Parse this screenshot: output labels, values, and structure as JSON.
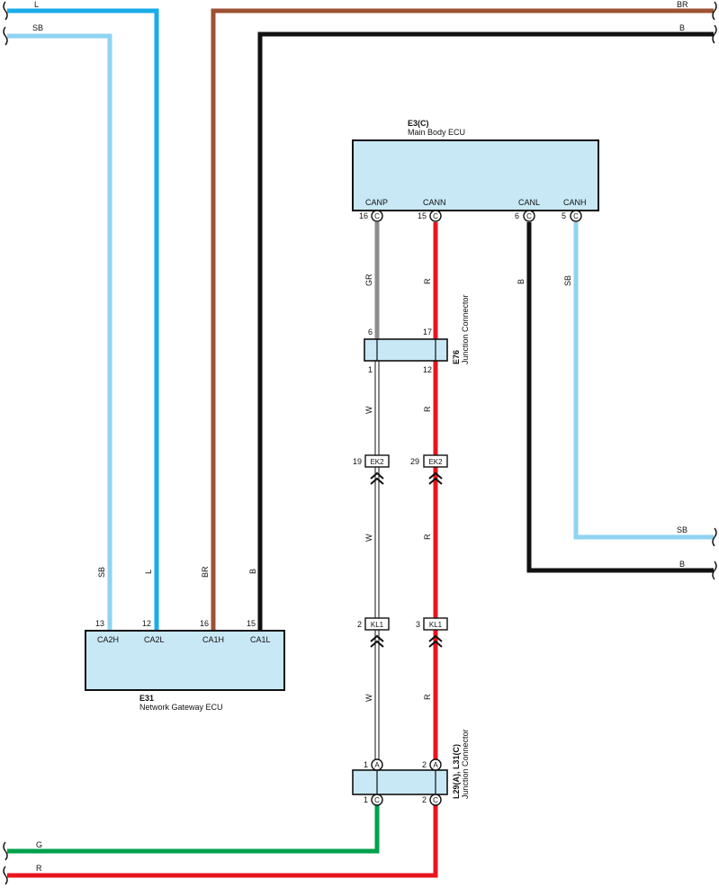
{
  "colors": {
    "L": "#1aace8",
    "SB": "#8fd3f2",
    "BR": "#9c5233",
    "B": "#111111",
    "GR": "#8c8c8c",
    "R": "#e8141e",
    "W": "#ffffff",
    "G": "#00a14b",
    "ecu_fill": "#c8e8f6"
  },
  "ecus": {
    "main_body": {
      "code": "E3(C)",
      "name": "Main Body ECU",
      "pins": [
        {
          "num": "16",
          "label": "CANP",
          "shape": "C"
        },
        {
          "num": "15",
          "label": "CANN",
          "shape": "C"
        },
        {
          "num": "6",
          "label": "CANL",
          "shape": "C"
        },
        {
          "num": "5",
          "label": "CANH",
          "shape": "C"
        }
      ]
    },
    "gateway": {
      "code": "E31",
      "name": "Network Gateway ECU",
      "pins": [
        {
          "num": "13",
          "label": "CA2H"
        },
        {
          "num": "12",
          "label": "CA2L"
        },
        {
          "num": "16",
          "label": "CA1H"
        },
        {
          "num": "15",
          "label": "CA1L"
        }
      ]
    }
  },
  "junctions": {
    "e76": {
      "code": "E76",
      "name": "Junction Connector",
      "top_pins": [
        "6",
        "17"
      ],
      "bottom_pins": [
        "1",
        "12"
      ]
    },
    "l29": {
      "code": "L29(A), L31(C)",
      "name": "Junction Connector",
      "top_pins": [
        {
          "num": "1",
          "shape": "A"
        },
        {
          "num": "2",
          "shape": "A"
        }
      ],
      "bottom_pins": [
        {
          "num": "1",
          "shape": "C"
        },
        {
          "num": "2",
          "shape": "C"
        }
      ]
    }
  },
  "connectors": {
    "ek2": {
      "name": "EK2",
      "pins": [
        "19",
        "29"
      ]
    },
    "kl1": {
      "name": "KL1",
      "pins": [
        "2",
        "3"
      ]
    }
  },
  "wire_labels": {
    "top_l": "L",
    "top_sb": "SB",
    "top_br": "BR",
    "top_b": "B",
    "gw_sb": "SB",
    "gw_l": "L",
    "gw_br": "BR",
    "gw_b": "B",
    "canp_gr": "GR",
    "cann_r": "R",
    "canl_b": "B",
    "canh_sb": "SB",
    "w1": "W",
    "r1": "R",
    "w2": "W",
    "r2": "R",
    "w3": "W",
    "r3": "R",
    "right_sb": "SB",
    "right_b": "B",
    "bottom_g": "G",
    "bottom_r": "R"
  }
}
